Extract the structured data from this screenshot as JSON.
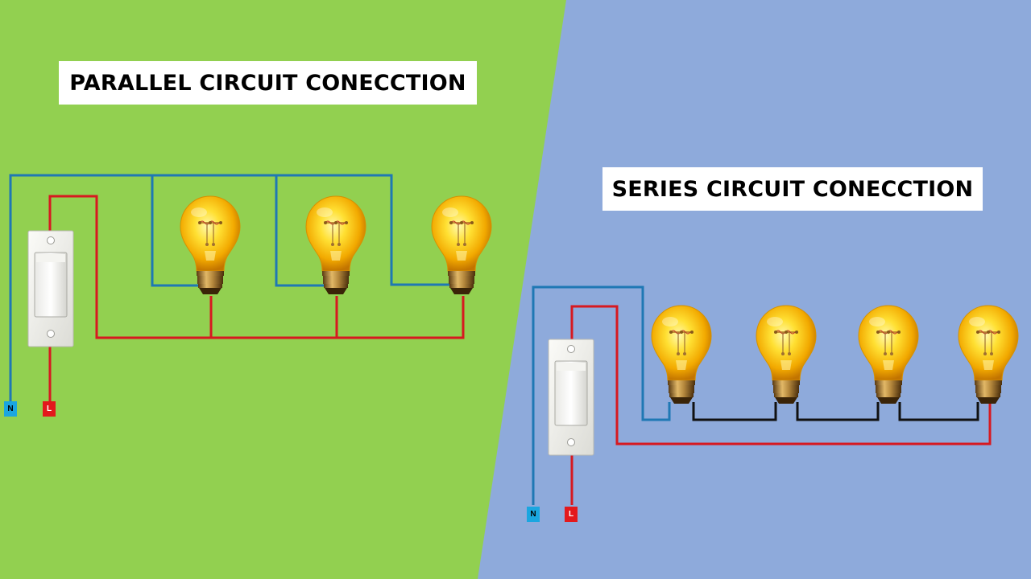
{
  "colors": {
    "left_background": "#92d050",
    "right_background": "#8eaadb",
    "neutral_wire": "#1f78b4",
    "live_wire": "#d71920",
    "series_link_wire": "#000000",
    "neutral_terminal": "#1aa6e0",
    "live_terminal": "#e3191c"
  },
  "parallel": {
    "title": "PARALLEL CIRCUIT CONECCTION",
    "lamp_count": 3,
    "terminals": {
      "neutral": "N",
      "live": "L"
    },
    "icons": [
      "switch-icon",
      "light-bulb-icon"
    ]
  },
  "series": {
    "title": "SERIES CIRCUIT CONECCTION",
    "lamp_count": 4,
    "terminals": {
      "neutral": "N",
      "live": "L"
    },
    "icons": [
      "switch-icon",
      "light-bulb-icon"
    ]
  }
}
